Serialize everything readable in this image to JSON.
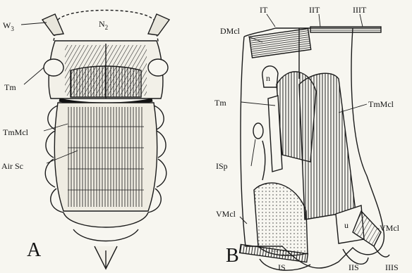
{
  "figure": {
    "panel_a": {
      "letter": "A",
      "labels": {
        "w3_base": "W",
        "w3_sub": "3",
        "n2_base": "N",
        "n2_sub": "2",
        "tm": "Tm",
        "tmmcl": "TmMcl",
        "airsc": "Air Sc"
      }
    },
    "panel_b": {
      "letter": "B",
      "labels": {
        "it": "IT",
        "iit": "IIT",
        "iiit": "IIIT",
        "dmcl": "DMcl",
        "n": "n",
        "tm": "Tm",
        "tmmcl": "TmMcl",
        "isp": "ISp",
        "u": "u",
        "vmcl_right": "-VMcl",
        "vmcl_left": "VMcl",
        "is": "IS",
        "iis": "IIS",
        "iiis": "IIIS"
      }
    }
  }
}
